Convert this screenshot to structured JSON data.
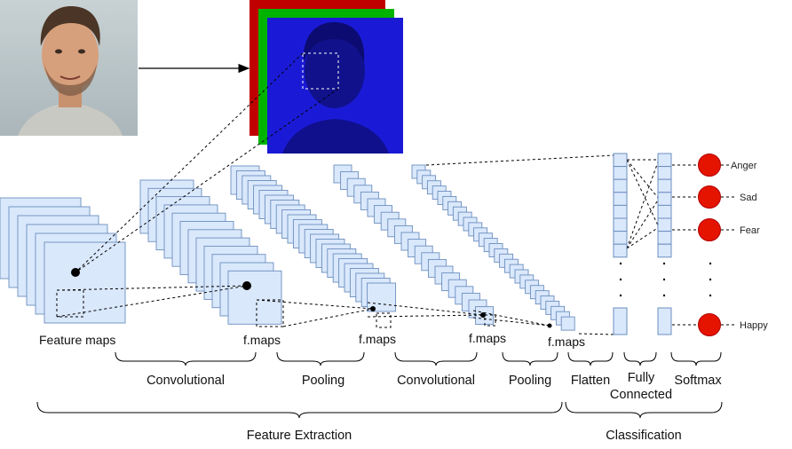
{
  "labels": {
    "feature_maps": "Feature maps",
    "fmaps_1": "f.maps",
    "fmaps_2": "f.maps",
    "fmaps_3": "f.maps",
    "fmaps_4": "f.maps"
  },
  "brace_labels": {
    "convolutional_1": "Convolutional",
    "pooling_1": "Pooling",
    "convolutional_2": "Convolutional",
    "pooling_2": "Pooling",
    "flatten": "Flatten",
    "fully_line1": "Fully",
    "fully_line2": "Connected",
    "softmax": "Softmax",
    "feature_extraction": "Feature Extraction",
    "classification": "Classification"
  },
  "outputs": [
    "Anger",
    "Sad",
    "Fear",
    "Happy"
  ],
  "colors": {
    "map_fill": "#dae8fc",
    "map_stroke": "#6c8ebf",
    "output_node": "#e51400",
    "red_channel": "#c00000",
    "green_channel": "#00b300",
    "blue_channel": "#1a1ad6",
    "photo_bg": "#b8c4c8"
  }
}
